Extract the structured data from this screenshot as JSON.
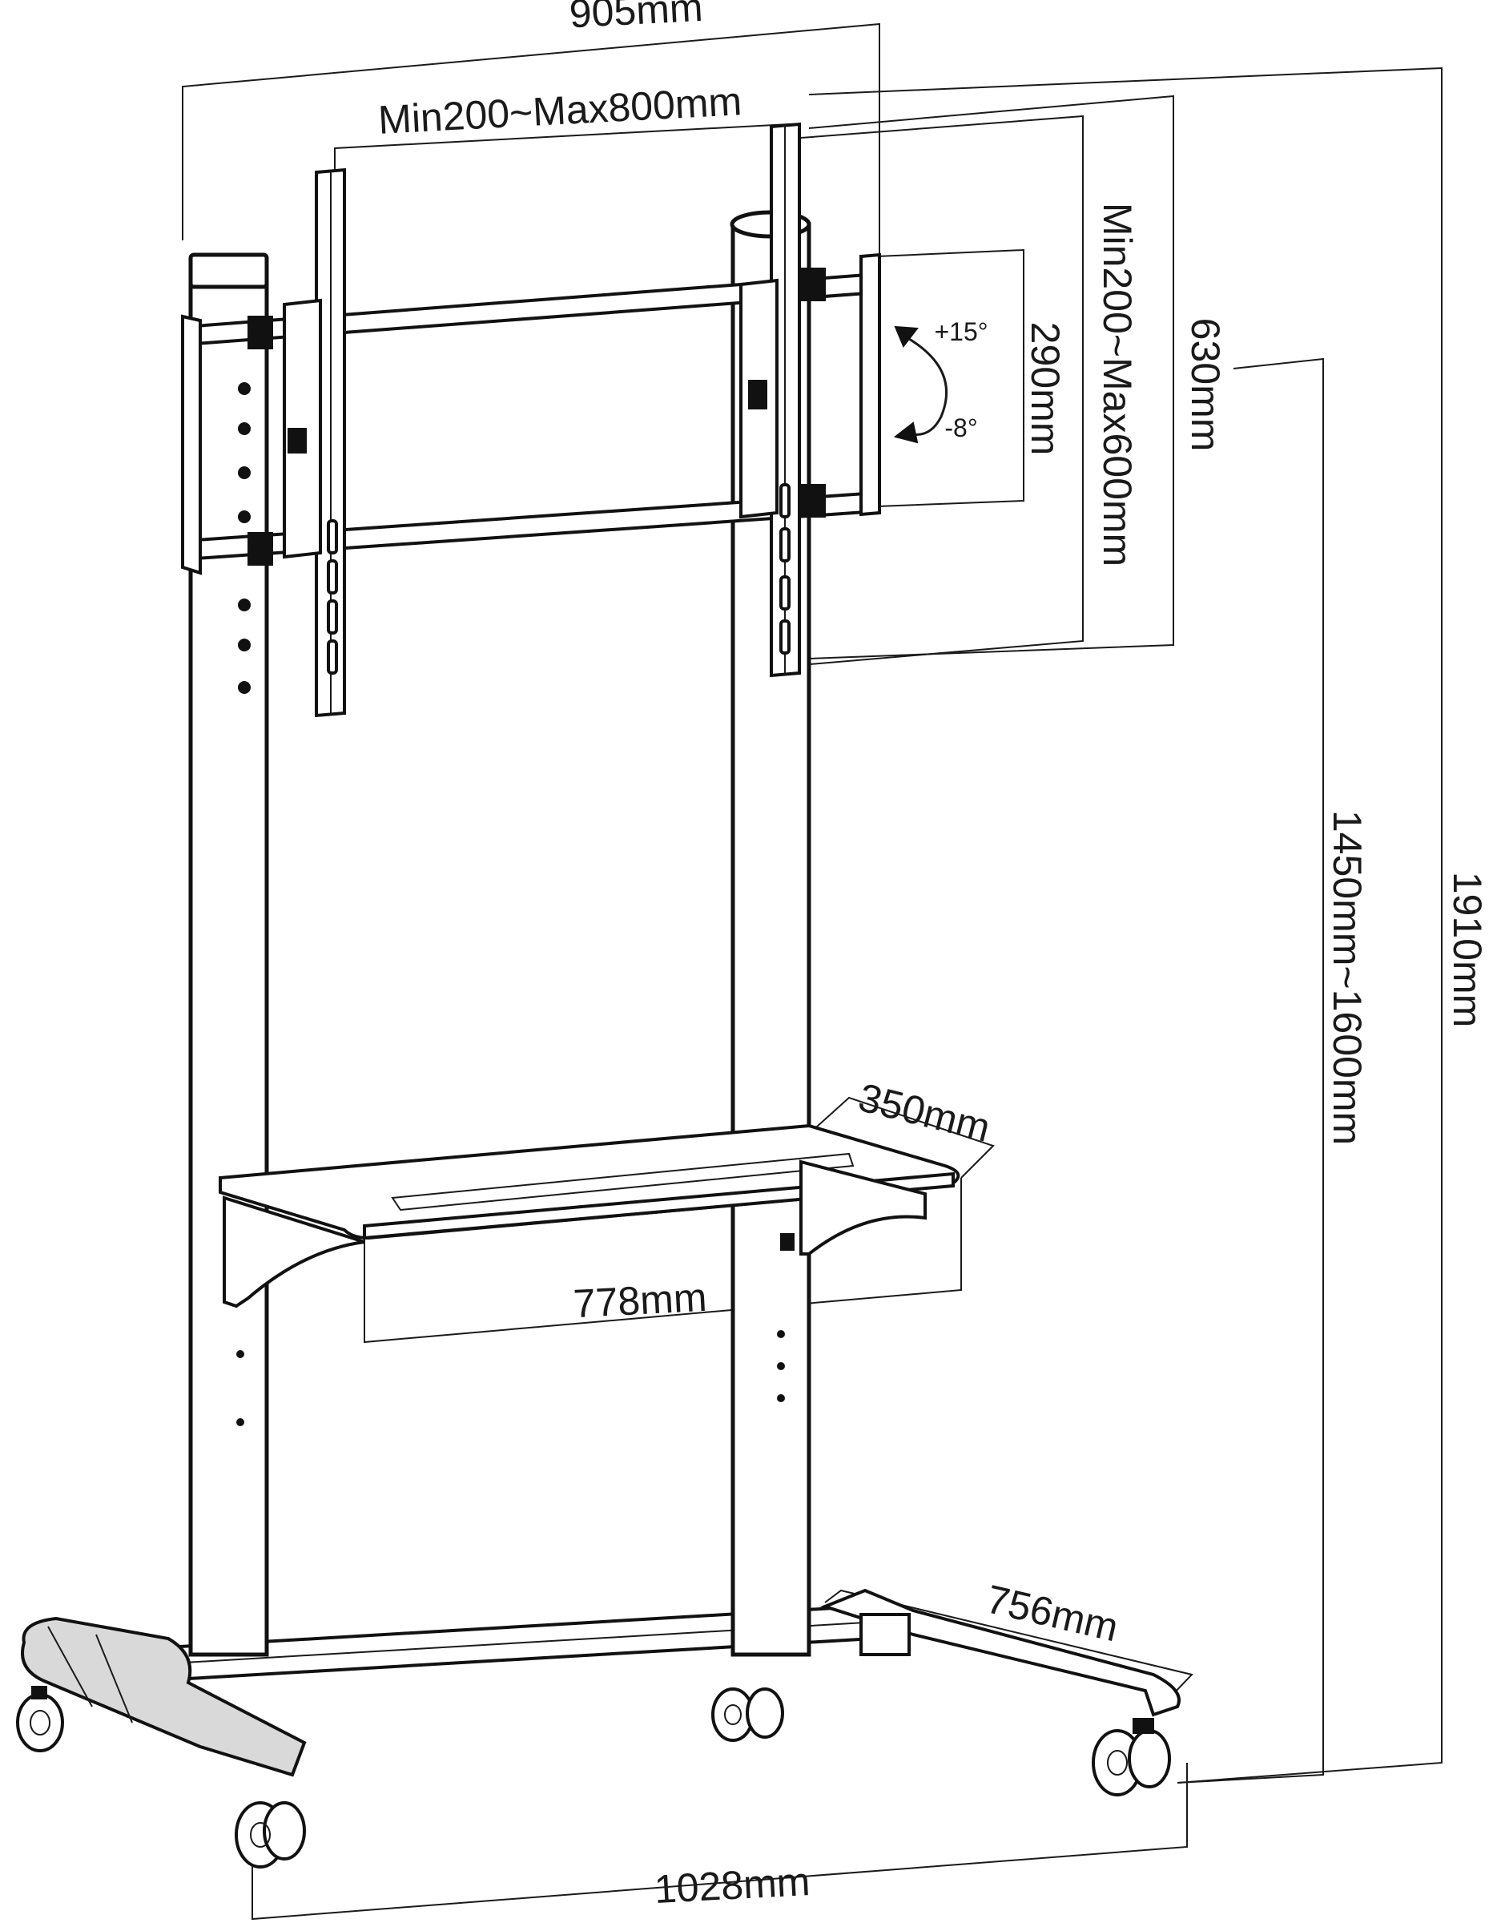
{
  "dimensions": {
    "overall_width": "905mm",
    "vesa_horizontal": "Min200~Max800mm",
    "vesa_vertical": "Min200~Max600mm",
    "bracket_height": "630mm",
    "rail_spacing": "290mm",
    "tilt_up": "+15°",
    "tilt_down": "-8°",
    "height_range": "1450mm~1600mm",
    "total_height": "1910mm",
    "shelf_depth": "350mm",
    "shelf_width": "778mm",
    "base_depth": "756mm",
    "base_width": "1028mm"
  }
}
